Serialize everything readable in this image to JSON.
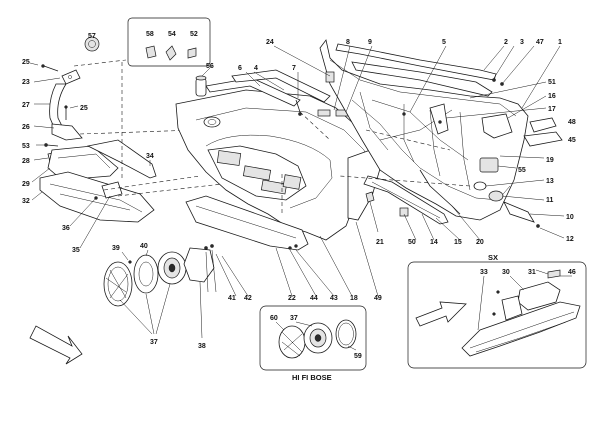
{
  "labels": {
    "l1": "1",
    "l2": "2",
    "l3": "3",
    "l4": "4",
    "l5": "5",
    "l6": "6",
    "l7": "7",
    "l8": "8",
    "l9": "9",
    "l10": "10",
    "l11": "11",
    "l12": "12",
    "l13": "13",
    "l14": "14",
    "l15": "15",
    "l16": "16",
    "l17": "17",
    "l18": "18",
    "l19": "19",
    "l20": "20",
    "l21": "21",
    "l22": "22",
    "l23": "23",
    "l24": "24",
    "l25a": "25",
    "l25b": "25",
    "l26": "26",
    "l27": "27",
    "l28": "28",
    "l29": "29",
    "l32": "32",
    "l34": "34",
    "l35": "35",
    "l36": "36",
    "l37a": "37",
    "l38": "38",
    "l39": "39",
    "l40": "40",
    "l41": "41",
    "l42": "42",
    "l43": "43",
    "l44": "44",
    "l45": "45",
    "l47": "47",
    "l48": "48",
    "l49": "49",
    "l50": "50",
    "l51": "51",
    "l52": "52",
    "l53": "53",
    "l54": "54",
    "l55": "55",
    "l56": "56",
    "l57": "57",
    "l58": "58"
  },
  "hifi": {
    "title": "HI FI BOSE",
    "l60": "60",
    "l37": "37",
    "l59": "59"
  },
  "sx": {
    "title": "SX",
    "l33": "33",
    "l30": "30",
    "l31": "31",
    "l46": "46"
  }
}
